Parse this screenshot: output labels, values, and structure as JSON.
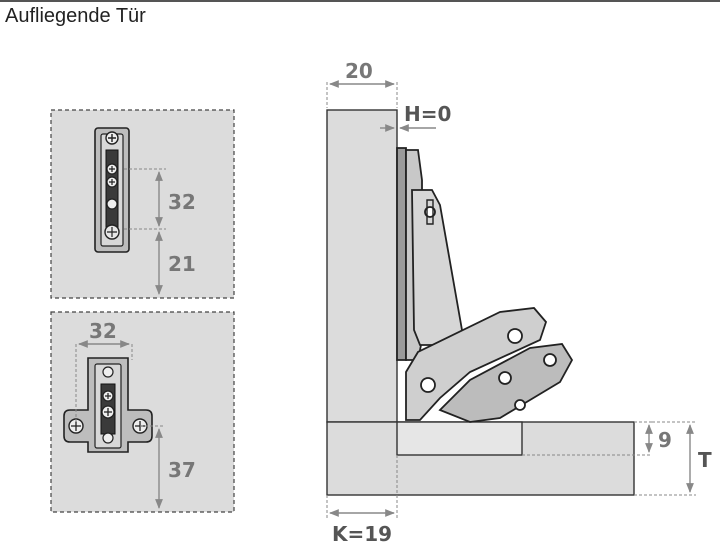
{
  "title": "Aufliegende Tür",
  "top_view": {
    "dim_pitch": "32",
    "dim_edge": "21"
  },
  "cross_view": {
    "dim_width": "32",
    "dim_height": "37"
  },
  "side_view": {
    "dim_door_thickness": "20",
    "dim_overlay": "H=0",
    "dim_cup_depth": "9",
    "dim_panel": "T",
    "dim_k": "K=19"
  },
  "colors": {
    "panel_fill": "#dcdcdc",
    "outline": "#333333",
    "dimension": "#888888",
    "hinge_metal": "#c8c8c8"
  }
}
